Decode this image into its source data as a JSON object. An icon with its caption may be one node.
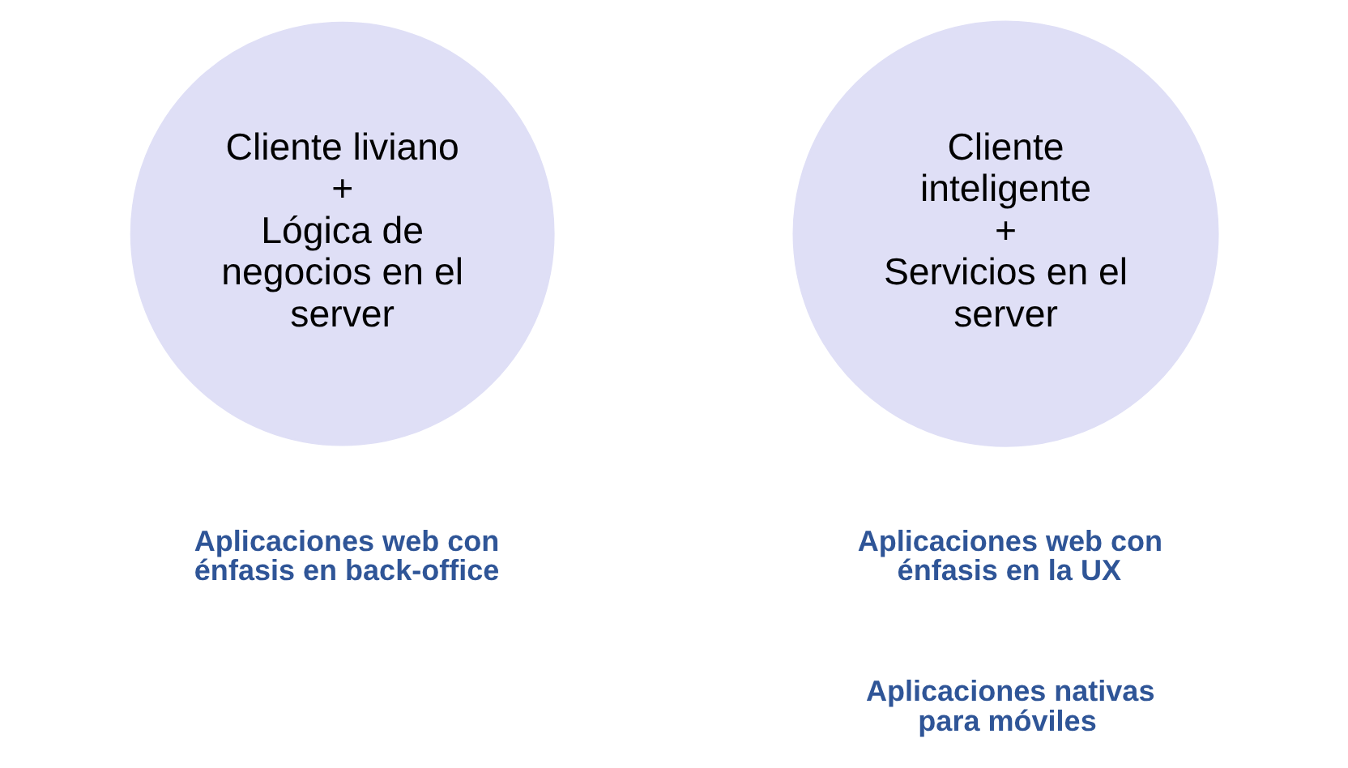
{
  "diagram": {
    "nodes": [
      {
        "text": [
          "Cliente liviano",
          "+",
          "Lógica de negocios en el server"
        ],
        "beside": [
          "Aplicaciones web con énfasis en back-office"
        ]
      },
      {
        "text": [
          "Cliente inteligente",
          "+",
          "Servicios en el server"
        ],
        "beside": [
          "Aplicaciones web con énfasis en la UX",
          "Aplicaciones nativas para móviles"
        ]
      }
    ]
  }
}
